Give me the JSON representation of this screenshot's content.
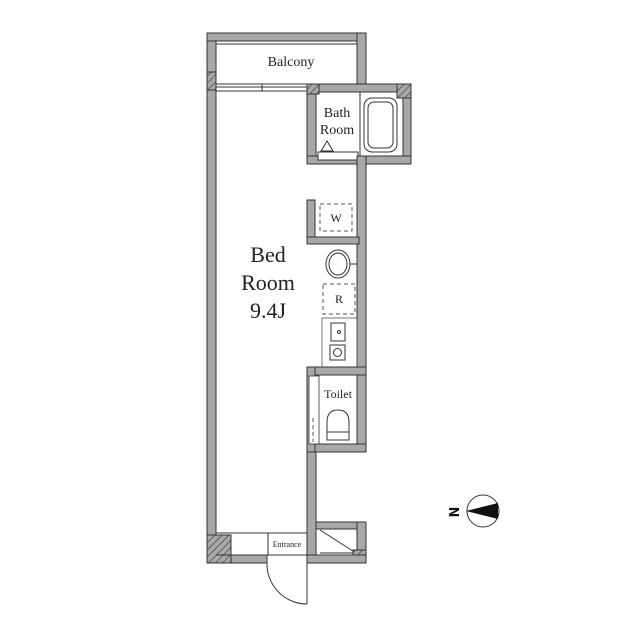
{
  "floorplan": {
    "rooms": {
      "balcony": {
        "label": "Balcony"
      },
      "bath": {
        "label_line1": "Bath",
        "label_line2": "Room"
      },
      "bed": {
        "label_line1": "Bed",
        "label_line2": "Room",
        "area": "9.4J"
      },
      "washer": {
        "label": "W"
      },
      "fridge": {
        "label": "R"
      },
      "toilet": {
        "label": "Toilet"
      },
      "entrance": {
        "label": "Entrance"
      }
    },
    "compass": {
      "direction_label": "N"
    },
    "colors": {
      "wall_fill": "#a8a8a8",
      "line": "#333333",
      "background": "#ffffff"
    }
  }
}
